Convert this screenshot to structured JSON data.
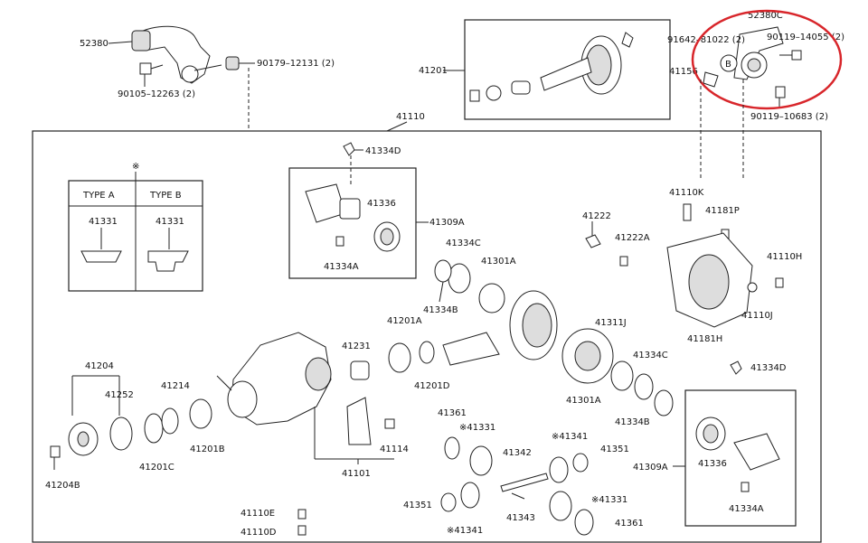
{
  "header": {
    "p52380": "52380",
    "p90105": "90105–12263 (2)",
    "p90179": "90179–12131 (2)",
    "p41201": "41201",
    "p41110": "41110",
    "p52380C": "52380C",
    "p91642": "91642–81022 (2)",
    "p41156": "41156",
    "pB": "B",
    "p90119a": "90119–14055 (2)",
    "p90119b": "90119–10683 (2)"
  },
  "type_table": {
    "star": "※",
    "type_a": "TYPE A",
    "type_b": "TYPE B",
    "part_a": "41331",
    "part_b": "41331"
  },
  "labels": {
    "p41334D_top": "41334D",
    "p41336_top": "41336",
    "p41309A_top": "41309A",
    "p41334A_top": "41334A",
    "p41222": "41222",
    "p41222A": "41222A",
    "p41334C_top": "41334C",
    "p41301A_top": "41301A",
    "p41334B_top": "41334B",
    "p41110K": "41110K",
    "p41181P": "41181P",
    "p41110H": "41110H",
    "p41110J": "41110J",
    "p41181H": "41181H",
    "p41201A": "41201A",
    "p41231": "41231",
    "p41311J": "41311J",
    "p41201D": "41201D",
    "p41334C_r": "41334C",
    "p41301A_r": "41301A",
    "p41334B_r": "41334B",
    "p41334D_r": "41334D",
    "p41204": "41204",
    "p41252": "41252",
    "p41214": "41214",
    "p41201B": "41201B",
    "p41201C": "41201C",
    "p41204B": "41204B",
    "p41114": "41114",
    "p41101": "41101",
    "p41361_a": "41361",
    "p41331_a": "※41331",
    "p41342": "41342",
    "p41341_a": "※41341",
    "p41351_a": "41351",
    "p41309A_r": "41309A",
    "p41336_r": "41336",
    "p41334A_r": "41334A",
    "p41110E": "41110E",
    "p41110D": "41110D",
    "p41351_b": "41351",
    "p41343": "41343",
    "p41331_b": "※41331",
    "p41361_b": "41361",
    "p41341_b": "※41341"
  },
  "highlight_color": "#d8262b"
}
